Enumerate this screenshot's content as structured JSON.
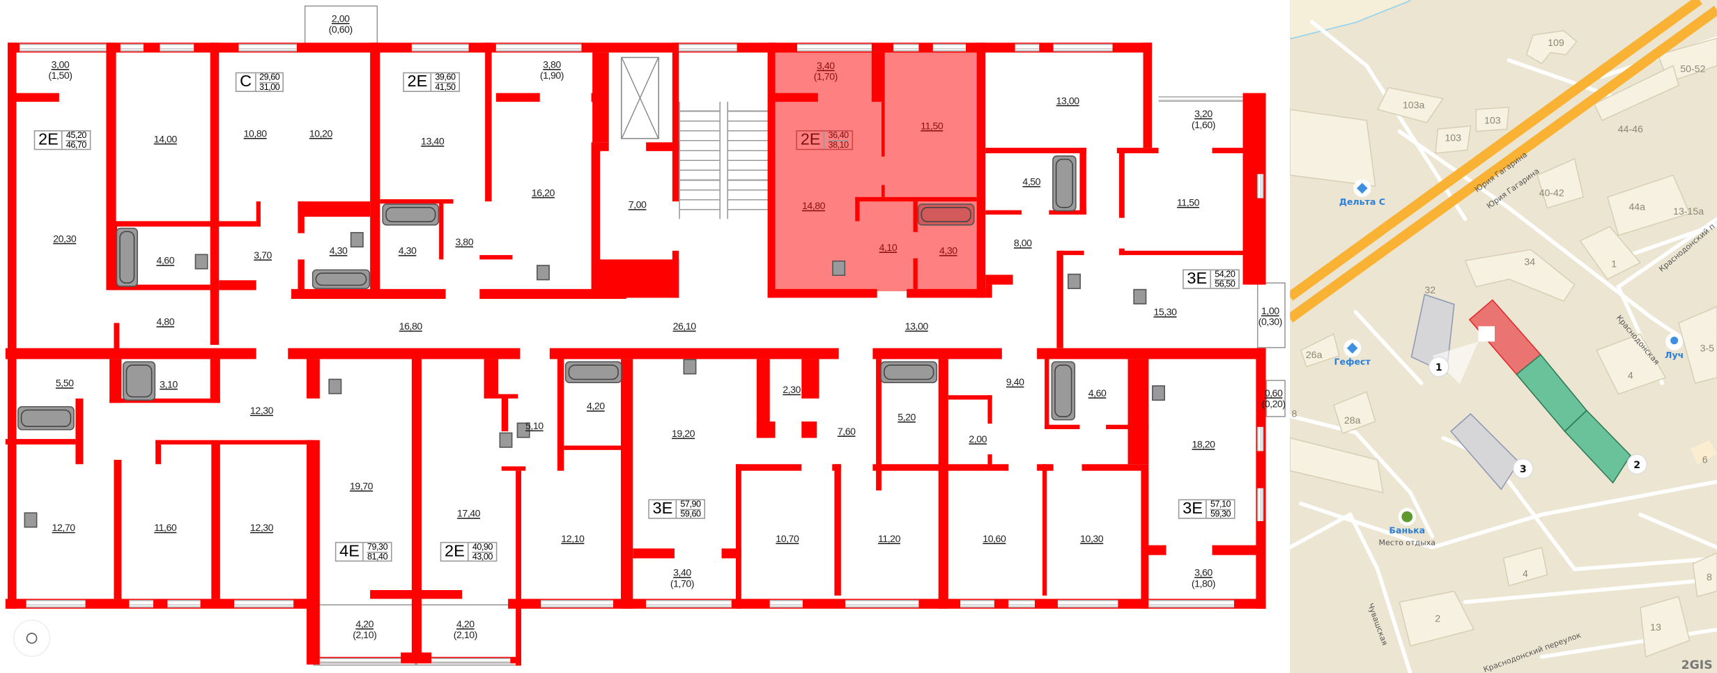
{
  "colors": {
    "wall": "#ff0000",
    "selected_unit": "#ff8080",
    "map_selected": "#e97471",
    "map_available": "#69c29a",
    "road_main": "#f9b233",
    "map_bg": "#ece5d2"
  },
  "plan": {
    "rooms": [
      {
        "area": "2,00",
        "sub": "(0,60)"
      },
      {
        "area": "3,00",
        "sub": "(1,50)"
      },
      {
        "area": "14,00"
      },
      {
        "area": "10,80"
      },
      {
        "area": "10,20"
      },
      {
        "area": "13,40"
      },
      {
        "area": "3,80",
        "sub": "(1,90)"
      },
      {
        "area": "16,20"
      },
      {
        "area": "7,00"
      },
      {
        "area": "3,40",
        "sub": "(1,70)"
      },
      {
        "area": "11,50"
      },
      {
        "area": "14,80"
      },
      {
        "area": "4,10"
      },
      {
        "area": "4,30"
      },
      {
        "area": "13,00"
      },
      {
        "area": "3,20",
        "sub": "(1,60)"
      },
      {
        "area": "4,50"
      },
      {
        "area": "11,50"
      },
      {
        "area": "8,00"
      },
      {
        "area": "15,30"
      },
      {
        "area": "1,00",
        "sub": "(0,30)"
      },
      {
        "area": "20,30"
      },
      {
        "area": "4,60"
      },
      {
        "area": "3,70"
      },
      {
        "area": "4,30"
      },
      {
        "area": "4,30"
      },
      {
        "area": "3,80"
      },
      {
        "area": "4,80"
      },
      {
        "area": "16,80"
      },
      {
        "area": "26,10"
      },
      {
        "area": "13,00"
      },
      {
        "area": "5,50"
      },
      {
        "area": "3,10"
      },
      {
        "area": "12,30"
      },
      {
        "area": "12,70"
      },
      {
        "area": "11,60"
      },
      {
        "area": "12,30"
      },
      {
        "area": "19,70"
      },
      {
        "area": "17,40"
      },
      {
        "area": "5,10"
      },
      {
        "area": "4,20"
      },
      {
        "area": "12,10"
      },
      {
        "area": "4,20",
        "sub": "(2,10)"
      },
      {
        "area": "4,20",
        "sub": "(2,10)"
      },
      {
        "area": "19,20"
      },
      {
        "area": "2,30"
      },
      {
        "area": "7,60"
      },
      {
        "area": "5,20"
      },
      {
        "area": "2,00"
      },
      {
        "area": "9,40"
      },
      {
        "area": "4,60"
      },
      {
        "area": "18,20"
      },
      {
        "area": "0,60",
        "sub": "(0,20)"
      },
      {
        "area": "10,70"
      },
      {
        "area": "11,20"
      },
      {
        "area": "10,60"
      },
      {
        "area": "10,30"
      },
      {
        "area": "3,40",
        "sub": "(1,70)"
      },
      {
        "area": "3,60",
        "sub": "(1,80)"
      }
    ],
    "units": [
      {
        "type": "2E",
        "area": "45,20",
        "area_total": "46,70"
      },
      {
        "type": "C",
        "area": "29,60",
        "area_total": "31,00"
      },
      {
        "type": "2E",
        "area": "39,60",
        "area_total": "41,50"
      },
      {
        "type": "2E",
        "area": "36,40",
        "area_total": "38,10",
        "selected": true
      },
      {
        "type": "3E",
        "area": "54,20",
        "area_total": "56,50"
      },
      {
        "type": "4E",
        "area": "79,30",
        "area_total": "81,40"
      },
      {
        "type": "2E",
        "area": "40,90",
        "area_total": "43,00"
      },
      {
        "type": "3E",
        "area": "57,90",
        "area_total": "59,60"
      },
      {
        "type": "3E",
        "area": "57,10",
        "area_total": "59,30"
      }
    ],
    "compass_icon": "compass-icon"
  },
  "map": {
    "buildings": [
      "109",
      "103а",
      "103",
      "103",
      "50-52",
      "44-46",
      "40-42",
      "44а",
      "13-15а",
      "34",
      "1",
      "32",
      "26а",
      "28а",
      "8",
      "4",
      "3-5",
      "6",
      "4",
      "2",
      "13",
      "8"
    ],
    "pois": [
      {
        "name": "Дельта С",
        "icon": "shop-diamond-icon"
      },
      {
        "name": "Гефест",
        "icon": "shop-diamond-icon"
      },
      {
        "name": "Луч",
        "icon": "cinema-icon"
      },
      {
        "name": "Банька",
        "subtitle": "Место отдыха",
        "icon": "bath-broom-icon"
      }
    ],
    "streets": [
      "Юрия Гагарина",
      "Юрия Гагарина",
      "Краснодонская",
      "Краснодонский п",
      "Чувашская",
      "Краснодонский переулок"
    ],
    "markers": [
      "1",
      "2",
      "3"
    ],
    "logo": "2GIS"
  }
}
